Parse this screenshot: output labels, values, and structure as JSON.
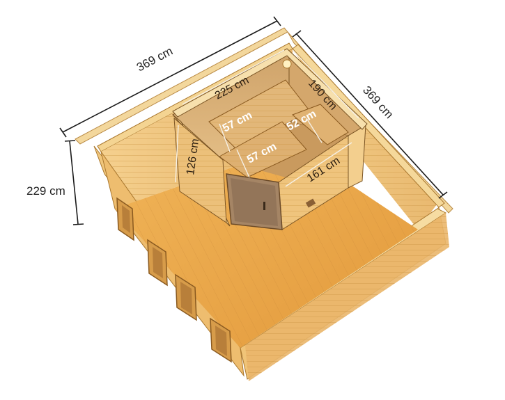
{
  "dimensions": {
    "outer_width": "369 cm",
    "outer_depth": "369 cm",
    "outer_height": "229 cm",
    "sauna_width": "225 cm",
    "sauna_depth": "190 cm",
    "sauna_side": "126 cm",
    "sauna_front": "161 cm",
    "bench_upper": "57 cm",
    "bench_lower": "57 cm",
    "bench_side": "52 cm"
  },
  "colors": {
    "wood_light": "#f2c77c",
    "wood_mid": "#e3a955",
    "wood_dark": "#c98a3a",
    "floor": "#e8a94b",
    "sauna_interior": "#d8b078",
    "line": "#1a1a1a",
    "glass": "#a08468"
  }
}
